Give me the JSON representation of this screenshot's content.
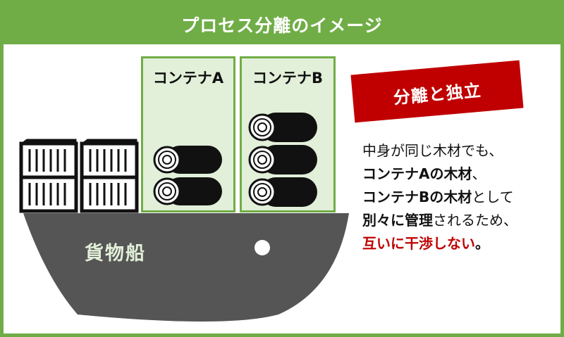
{
  "header": {
    "title": "プロセス分離のイメージ"
  },
  "containers": [
    {
      "label": "コンテナA",
      "logs": 2
    },
    {
      "label": "コンテナB",
      "logs": 3
    }
  ],
  "ship": {
    "label": "貨物船"
  },
  "badge": {
    "label": "分離と独立"
  },
  "description": {
    "line1": "中身が同じ木材でも、",
    "line2_bold": "コンテナAの木材",
    "line2_rest": "、",
    "line3_bold": "コンテナBの木材",
    "line3_rest": "として",
    "line4_bold1": "別々",
    "line4_mid": "に",
    "line4_bold2": "管理",
    "line4_rest": "されるため、",
    "line5_red": "互いに干渉しない",
    "line5_rest": "。"
  },
  "colors": {
    "frame_green": "#70ad47",
    "container_fill": "#e2efd9",
    "ship_hull": "#555555",
    "badge_red": "#c00000",
    "accent_red": "#c00000"
  }
}
